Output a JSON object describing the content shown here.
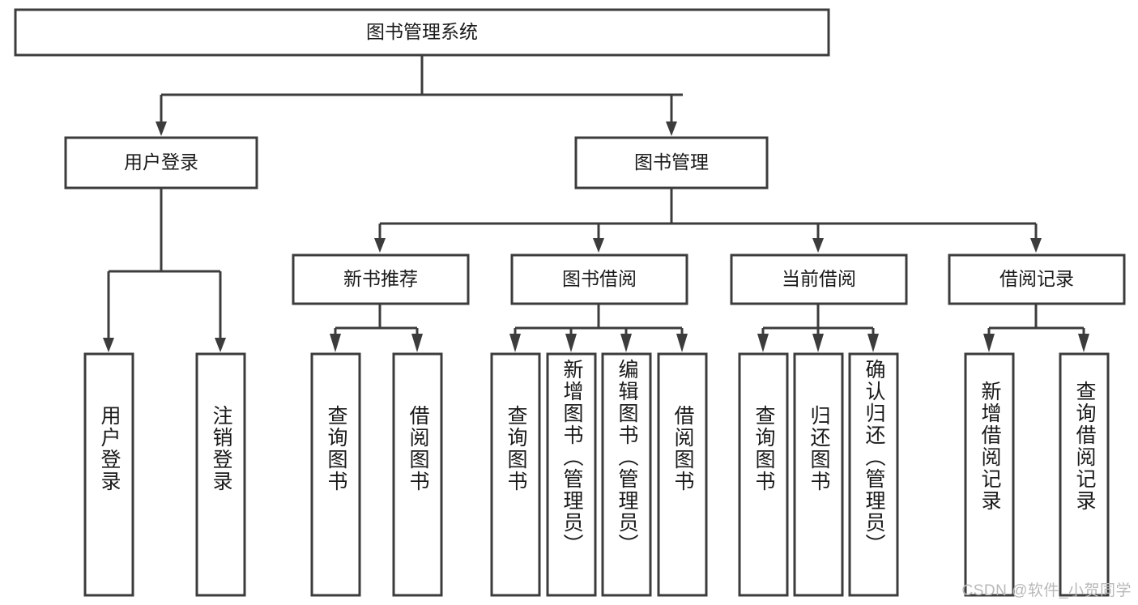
{
  "diagram": {
    "title": "图书管理系统",
    "type": "tree-hierarchy-chart",
    "watermark": "CSDN @软件_小贺同学",
    "colors": {
      "box_stroke": "#3c3c3c",
      "box_fill": "#ffffff",
      "text": "#1a1a1a",
      "connector": "#3c3c3c",
      "watermark": "#b9b9b9",
      "background": "#ffffff"
    },
    "root": {
      "label": "图书管理系统"
    },
    "level2": [
      {
        "label": "用户登录"
      },
      {
        "label": "图书管理"
      }
    ],
    "level3": [
      {
        "label": "新书推荐"
      },
      {
        "label": "图书借阅"
      },
      {
        "label": "当前借阅"
      },
      {
        "label": "借阅记录"
      }
    ],
    "leaves": {
      "user_login": [
        {
          "label": "用户登录"
        },
        {
          "label": "注销登录"
        }
      ],
      "new_book_recommend": [
        {
          "label": "查询图书"
        },
        {
          "label": "借阅图书"
        }
      ],
      "book_borrow": [
        {
          "label": "查询图书"
        },
        {
          "label": "新增图书（管理员）"
        },
        {
          "label": "编辑图书（管理员）"
        },
        {
          "label": "借阅图书"
        }
      ],
      "current_borrow": [
        {
          "label": "查询图书"
        },
        {
          "label": "归还图书"
        },
        {
          "label": "确认归还（管理员）"
        }
      ],
      "borrow_record": [
        {
          "label": "新增借阅记录"
        },
        {
          "label": "查询借阅记录"
        }
      ]
    }
  }
}
